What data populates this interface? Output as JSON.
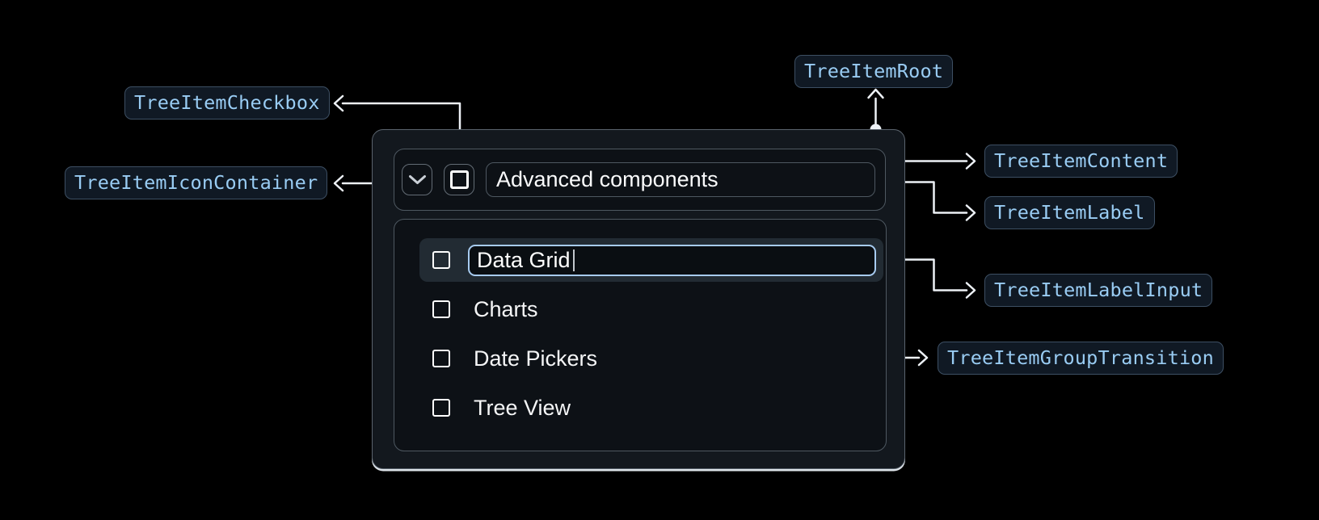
{
  "badges": {
    "root": "TreeItemRoot",
    "checkbox": "TreeItemCheckbox",
    "icon_container": "TreeItemIconContainer",
    "content": "TreeItemContent",
    "label": "TreeItemLabel",
    "label_input": "TreeItemLabelInput",
    "group_transition": "TreeItemGroupTransition"
  },
  "tree": {
    "parent_label": "Advanced components",
    "editing_value": "Data Grid",
    "children": [
      "Charts",
      "Date Pickers",
      "Tree View"
    ]
  },
  "colors": {
    "canvas_bg": "#000000",
    "badge_text": "#99ccf3",
    "badge_border": "#3d4f63",
    "badge_bg": "#101924",
    "connector": "#edf1f6",
    "box_border": "#4e5861",
    "root_bg": "#13181e",
    "selected_row_bg": "#222b33",
    "input_focus_border": "#a7cbf0",
    "text": "#f5f6f7"
  }
}
